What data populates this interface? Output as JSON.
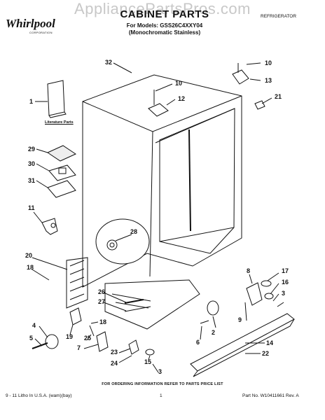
{
  "watermark": "AppliancePartsPros.com",
  "brand": {
    "name": "Whirlpool",
    "sub": "CORPORATION"
  },
  "header": {
    "title": "CABINET PARTS",
    "models_line1": "For Models: GSS26C4XXY04",
    "models_line2": "(Monochromatic Stainless)",
    "category": "REFRIGERATOR"
  },
  "literature_label": "Literature Parts",
  "callouts": [
    "32",
    "10",
    "13",
    "10",
    "12",
    "21",
    "1",
    "29",
    "30",
    "31",
    "11",
    "28",
    "20",
    "18",
    "8",
    "17",
    "16",
    "3",
    "26",
    "27",
    "4",
    "5",
    "19",
    "18",
    "7",
    "25",
    "9",
    "2",
    "6",
    "23",
    "24",
    "15",
    "3",
    "14",
    "22"
  ],
  "footer": {
    "order_info": "FOR ORDERING INFORMATION REFER TO PARTS PRICE LIST",
    "litho": "9 - 11 Litho In U.S.A. (wam)(bay)",
    "page": "1",
    "part_no": "Part No. W10411661 Rev. A"
  }
}
